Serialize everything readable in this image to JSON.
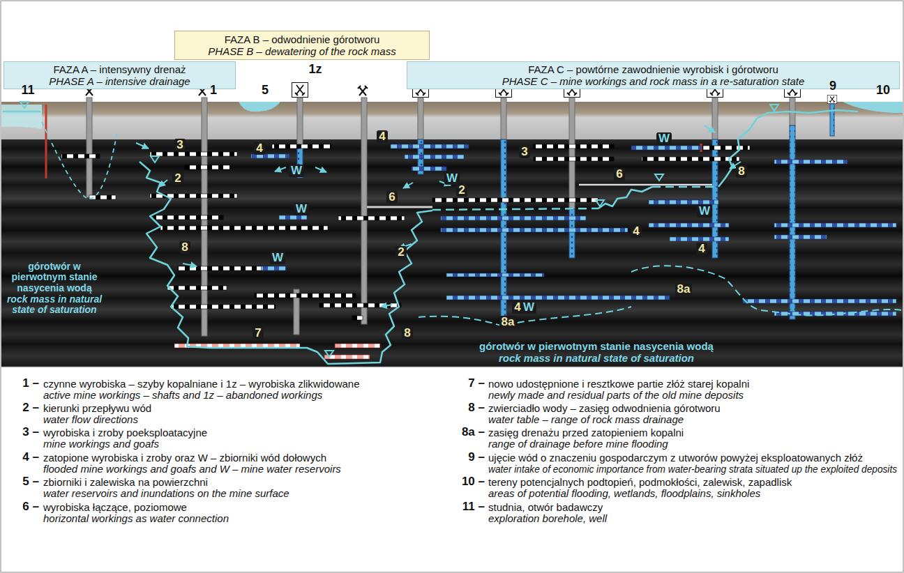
{
  "diagram": {
    "nodes": [
      {
        "text": [
          "FAZA A – intensywny drenaż",
          "PHASE A – intensive drainage"
        ]
      },
      {
        "text": [
          "FAZA B – odwodnienie górotworu",
          "PHASE B – dewatering of the rock mass"
        ]
      },
      {
        "text": [
          "FAZA C – powtórne zawodnienie wyrobisk i górotworu",
          "PHASE C – mine workings and rock mass in a re-saturation state"
        ]
      }
    ],
    "labels": [
      "11",
      "1",
      "5",
      "1z",
      "9",
      "10",
      "3",
      "2",
      "4",
      "W",
      "W",
      "8",
      "W",
      "7",
      "4",
      "W",
      "2",
      "6",
      "2",
      "8",
      "4",
      "4",
      "W",
      "8a",
      "3",
      "6",
      "W",
      "8",
      "W",
      "4",
      "8a",
      "górotwór w pierwotnym stanie nasycenia wodą",
      "rock mass in natural state of saturation",
      "górotwór w pierwotnym stanie nasycenia wodą",
      "rock mass in natural state of saturation",
      "1 –",
      "2 –",
      "3 –",
      "4 –",
      "5 –",
      "6 –",
      "7 –",
      "8 –",
      "8a –",
      "9 –",
      "10 –",
      "11 –"
    ],
    "legend": [
      {
        "text": "czynne wyrobiska – szyby kopalniane i 1z – wyrobiska zlikwidowane"
      },
      {
        "text": "active mine workings – shafts and 1z – abandoned workings"
      },
      {
        "text": "kierunki przepływu wód"
      },
      {
        "text": "water flow directions"
      },
      {
        "text": "wyrobiska i zroby poeksploatacyjne"
      },
      {
        "text": "mine workings and goafs"
      },
      {
        "text": "zatopione wyrobiska i zroby oraz W – zbiorniki wód dołowych"
      },
      {
        "text": "flooded mine workings and goafs and W – mine water reservoirs"
      },
      {
        "text": "zbiorniki i zalewiska na powierzchni"
      },
      {
        "text": "water reservoirs and inundations on the mine surface"
      },
      {
        "text": "wyrobiska łączące, poziomowe"
      },
      {
        "text": "horizontal workings as water connection"
      },
      {
        "text": "nowo udostępnione i resztkowe partie złóż starej kopalni"
      },
      {
        "text": "newly made and residual parts of the old mine deposits"
      },
      {
        "text": "zwierciadło wody – zasięg odwodnienia górotworu"
      },
      {
        "text": "water table – range of rock mass drainage"
      },
      {
        "text": "zasięg drenażu przed zatopieniem kopalni"
      },
      {
        "text": "range of drainage before mine flooding"
      },
      {
        "text": "ujęcie wód o znaczeniu gospodarczym z utworów powyżej eksploatowanych złóż"
      },
      {
        "text": "water intake of economic importance from water-bearing strata situated up the exploited deposits"
      },
      {
        "text": "tereny potencjalnych podtopień, podmokłości, zalewisk, zapadlisk"
      },
      {
        "text": "areas of potential flooding, wetlands, floodplains, sinkholes"
      },
      {
        "text": "studnia, otwór badawczy"
      },
      {
        "text": "exploration borehole, well"
      }
    ]
  }
}
